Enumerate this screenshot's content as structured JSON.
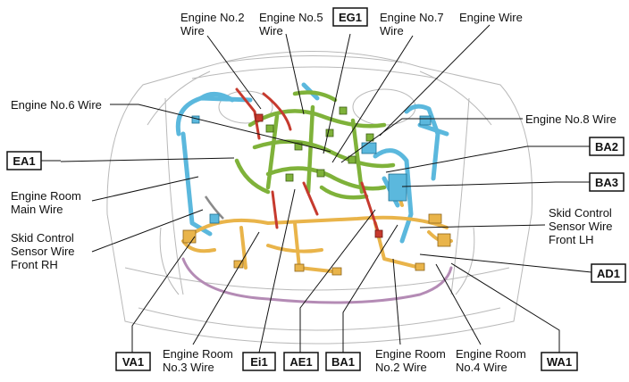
{
  "labels": {
    "engine_no2": [
      "Engine No.2",
      "Wire"
    ],
    "engine_no5": [
      "Engine No.5",
      "Wire"
    ],
    "eg1": "EG1",
    "engine_no7": [
      "Engine No.7",
      "Wire"
    ],
    "engine_wire": "Engine Wire",
    "engine_no6": "Engine No.6 Wire",
    "engine_no8": "Engine No.8 Wire",
    "ea1": "EA1",
    "ba2": "BA2",
    "ba3": "BA3",
    "engine_room_main": [
      "Engine Room",
      "Main Wire"
    ],
    "skid_rh": [
      "Skid Control",
      "Sensor Wire",
      "Front RH"
    ],
    "skid_lh": [
      "Skid Control",
      "Sensor Wire",
      "Front LH"
    ],
    "ad1": "AD1",
    "va1": "VA1",
    "engine_room_no3": [
      "Engine Room",
      "No.3 Wire"
    ],
    "ei1": "Ei1",
    "ae1": "AE1",
    "ba1": "BA1",
    "engine_room_no2": [
      "Engine Room",
      "No.2 Wire"
    ],
    "engine_room_no4": [
      "Engine Room",
      "No.4 Wire"
    ],
    "wa1": "WA1"
  },
  "colors": {
    "engine_room_main": "#5bb8dd",
    "engine": "#7fb23a",
    "engine_room_no2_no3": "#e9b44a",
    "engine_no2": "#c63a2e",
    "skid_control": "#b48bb5"
  }
}
